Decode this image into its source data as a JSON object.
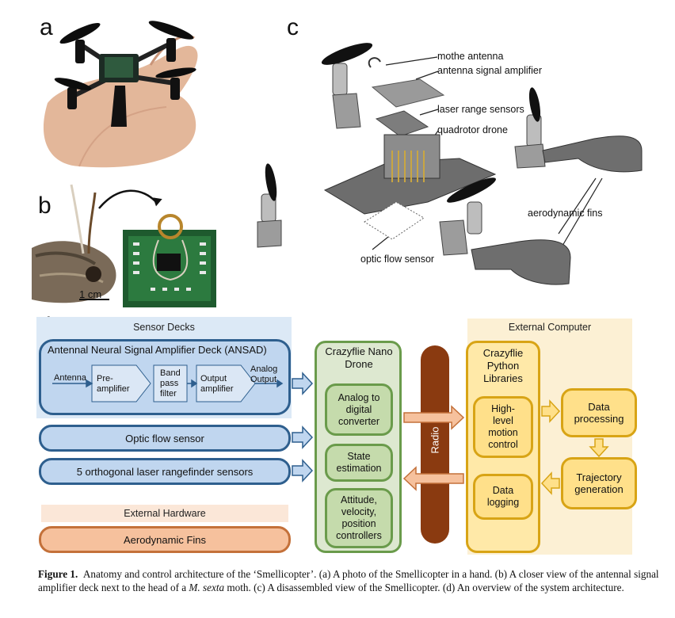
{
  "panels": {
    "a": "a",
    "b": "b",
    "c": "c",
    "d": "d"
  },
  "panel_b": {
    "scale_bar": "1 cm"
  },
  "panel_c": {
    "labels": {
      "mothe_antenna": "mothe antenna",
      "antenna_amp": "antenna signal amplifier",
      "laser": "laser range sensors",
      "quadrotor": "quadrotor drone",
      "fins": "aerodynamic fins",
      "optic": "optic flow sensor"
    }
  },
  "panel_d": {
    "sensor_decks_title": "Sensor Decks",
    "ansad_title": "Antennal Neural Signal Amplifier Deck (ANSAD)",
    "antenna": "Antenna",
    "preamp": "Pre-\namplifier",
    "bandpass": "Band\npass\nfilter",
    "output_amp": "Output\namplifier",
    "analog_output": "Analog\nOutput",
    "optic_flow": "Optic flow sensor",
    "laser_sensors": "5 orthogonal laser rangefinder sensors",
    "external_hardware_title": "External Hardware",
    "fins": "Aerodynamic Fins",
    "crazyflie_title": "Crazyflie Nano\nDrone",
    "adc": "Analog to\ndigital\nconverter",
    "state": "State\nestimation",
    "controllers": "Attitude,\nvelocity,\nposition\ncontrollers",
    "radio": "Radio",
    "external_computer_title": "External Computer",
    "python_libs": "Crazyflie\nPython\nLibraries",
    "high_level": "High-\nlevel\nmotion\ncontrol",
    "data_logging": "Data\nlogging",
    "data_processing": "Data\nprocessing",
    "trajectory": "Trajectory\ngeneration"
  },
  "caption": {
    "label": "Figure 1.",
    "part1": "Anatomy and control architecture of the ‘Smellicopter’. (a) A photo of the Smellicopter in a hand. (b) A closer view of the antennal signal amplifier deck next to the head of a ",
    "species": "M. sexta",
    "part2": " moth. (c) A disassembled view of the Smellicopter. (d) An overview of the system architecture."
  },
  "colors": {
    "blue_border": "#2e5f8e",
    "blue_fill": "#c0d6ef",
    "green_border": "#6a9b4b",
    "green_fill": "#c5dbac",
    "yellow_border": "#d8a415",
    "yellow_fill": "#ffe08a",
    "radio": "#8a3a10",
    "orange_fill": "#f6c19d"
  }
}
